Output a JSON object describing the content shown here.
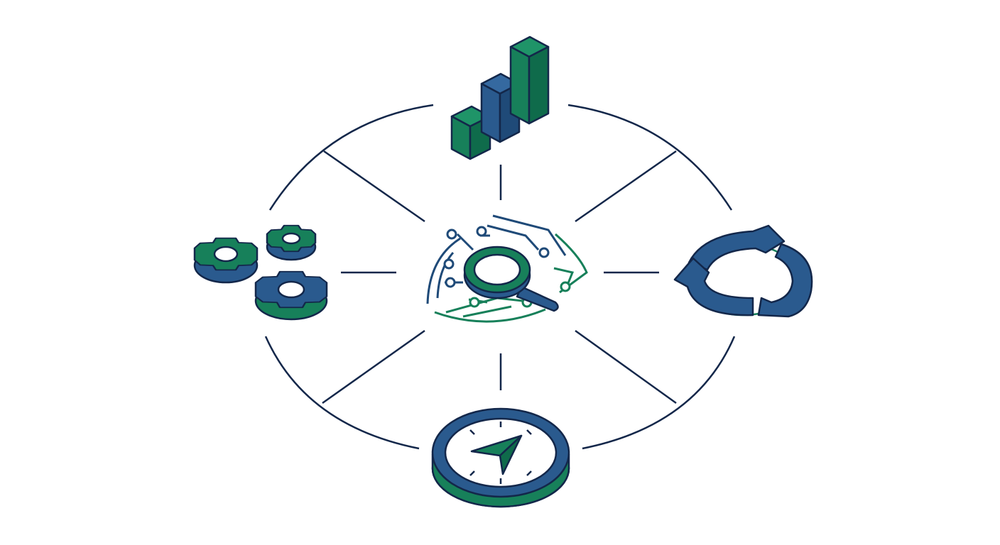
{
  "diagram": {
    "colors": {
      "outline": "#13274a",
      "blue": "#2a5a8e",
      "green": "#17805a",
      "light_face": "#ffffff"
    },
    "center": {
      "icon": "magnifier-circuit-shield-icon"
    },
    "nodes": [
      {
        "id": "top",
        "icon": "bar-chart-icon"
      },
      {
        "id": "right",
        "icon": "refresh-cycle-icon"
      },
      {
        "id": "bottom",
        "icon": "compass-icon"
      },
      {
        "id": "left",
        "icon": "gears-icon"
      }
    ],
    "connectors": {
      "spokes": 8,
      "ring": "ellipse"
    }
  }
}
